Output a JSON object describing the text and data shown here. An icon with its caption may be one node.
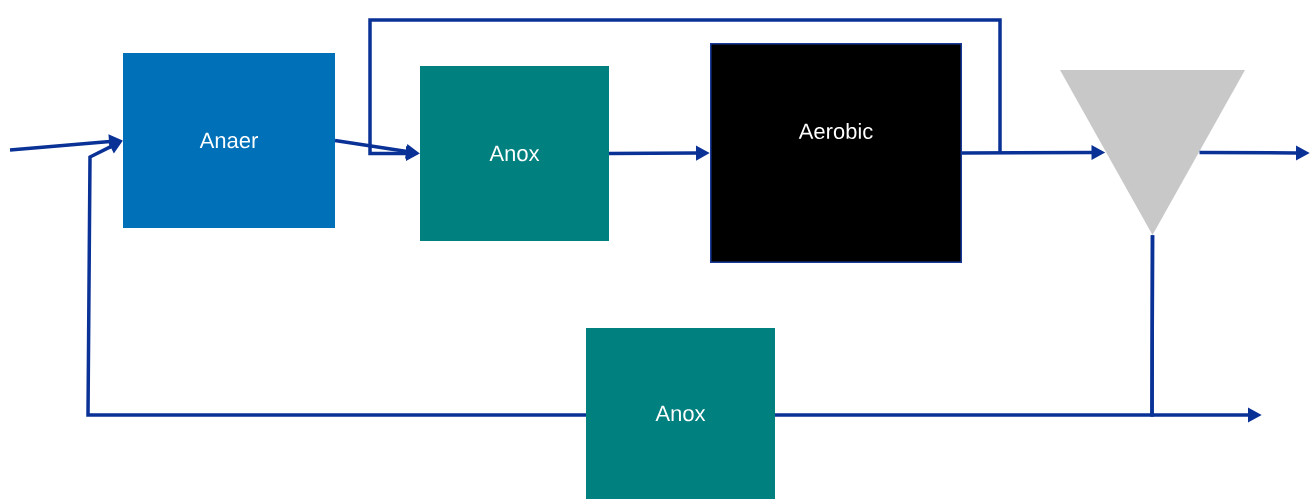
{
  "diagram": {
    "nodes": [
      {
        "text": [
          "Anaer"
        ]
      },
      {
        "text": [
          "Anox"
        ]
      },
      {
        "text": [
          "Aerobic"
        ]
      },
      {
        "text": [],
        "shape": "triangle"
      },
      {
        "text": [
          "Anox"
        ]
      }
    ],
    "edges": [
      {
        "from": null,
        "to": 0,
        "arrow": "to"
      },
      {
        "from": 0,
        "to": 1,
        "arrow": "to"
      },
      {
        "from": 1,
        "to": 2,
        "arrow": "to"
      },
      {
        "from": 2,
        "to": 3,
        "arrow": "to"
      },
      {
        "from": 3,
        "to": null,
        "arrow": "to"
      },
      {
        "from": 2,
        "to": 1,
        "arrow": "to"
      },
      {
        "from": 3,
        "to": null,
        "arrow": "to"
      },
      {
        "from": 3,
        "to": 4,
        "arrow": "none"
      },
      {
        "from": 4,
        "to": 0,
        "arrow": "to"
      }
    ]
  }
}
